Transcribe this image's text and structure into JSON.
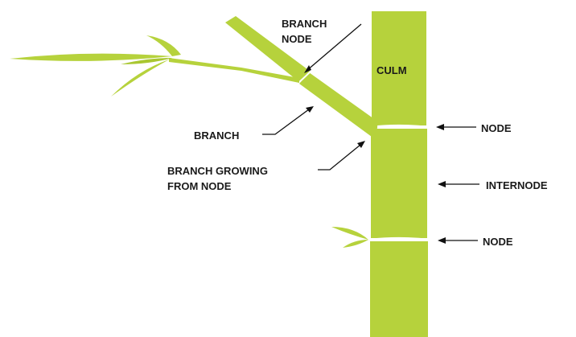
{
  "colors": {
    "plant_green": "#b6d23c",
    "plant_green_dark": "#a9c731",
    "label_color": "#1a1a1a",
    "background": "#ffffff"
  },
  "labels": {
    "branch_node_line1": "BRANCH",
    "branch_node_line2": "NODE",
    "culm": "CULM",
    "branch": "BRANCH",
    "node_upper": "NODE",
    "branch_growing_line1": "BRANCH GROWING",
    "branch_growing_line2": "FROM NODE",
    "internode": "INTERNODE",
    "node_lower": "NODE"
  }
}
